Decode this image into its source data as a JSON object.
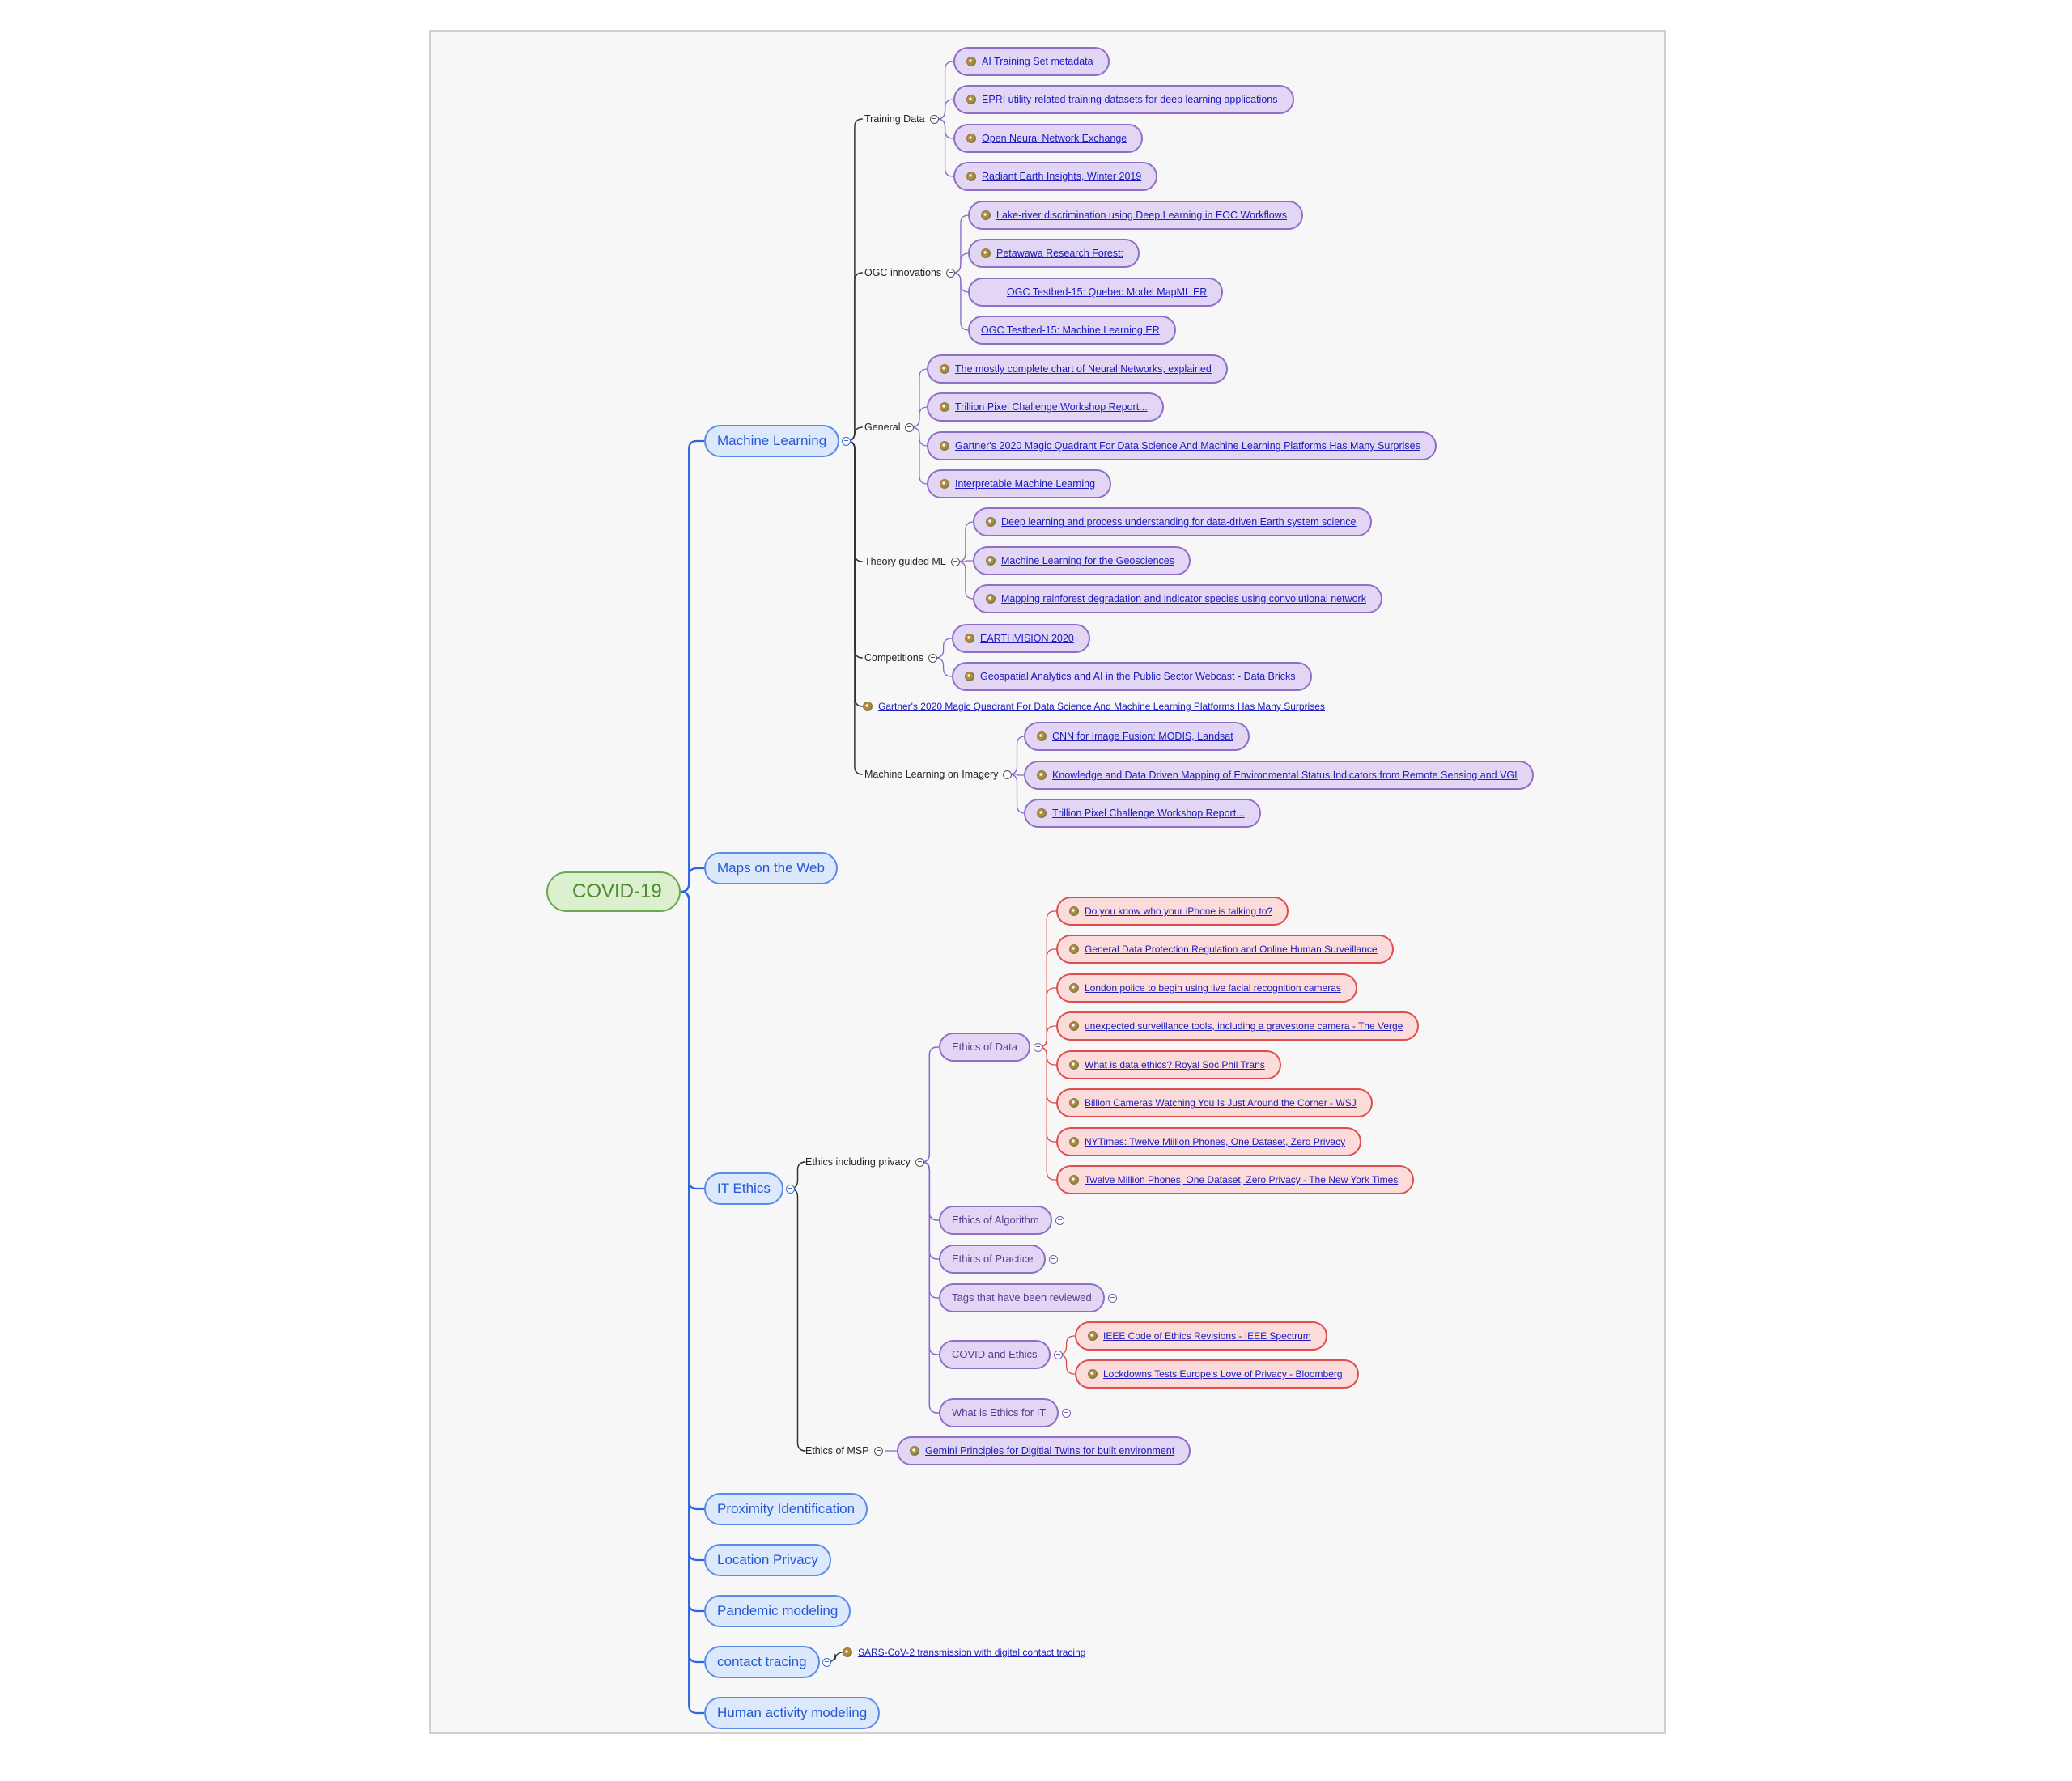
{
  "root": "COVID-19",
  "main": {
    "machine_learning": "Machine Learning",
    "maps_on_web": "Maps on the Web",
    "it_ethics": "IT Ethics",
    "proximity": "Proximity Identification",
    "location_privacy": "Location Privacy",
    "pandemic_modeling": "Pandemic modeling",
    "contact_tracing": "contact tracing",
    "human_activity": "Human activity modeling"
  },
  "ml": {
    "training_data": {
      "label": "Training Data",
      "items": [
        "AI Training Set metadata",
        "EPRI utility-related training datasets for deep learning applications",
        "Open Neural Network Exchange",
        "Radiant Earth Insights, Winter 2019"
      ]
    },
    "ogc": {
      "label": "OGC innovations",
      "items": [
        "Lake-river  discrimination  using  Deep  Learning  in  EOC  Workflows",
        "Petawawa Research Forest:",
        "OGC Testbed-15: Quebec Model MapML ER",
        "OGC Testbed-15: Machine Learning ER"
      ]
    },
    "general": {
      "label": "General",
      "items": [
        "The mostly complete chart of Neural Networks, explained",
        "Trillion  Pixel  Challenge  Workshop  Report...",
        "Gartner's 2020 Magic Quadrant For Data Science And Machine Learning Platforms Has Many Surprises",
        "Interpretable Machine Learning"
      ]
    },
    "theory": {
      "label": "Theory guided ML",
      "items": [
        "Deep learning and process understanding for data-driven Earth system science",
        "Machine Learning for the Geosciences",
        "Mapping rainforest degradation and  indicator species using convolutional network"
      ]
    },
    "competitions": {
      "label": "Competitions",
      "items": [
        "EARTHVISION 2020",
        "Geospatial Analytics and AI in the Public Sector Webcast - Data Bricks"
      ]
    },
    "gartner_link": "Gartner's 2020 Magic Quadrant For Data Science And Machine Learning Platforms Has Many Surprises",
    "imagery": {
      "label": "Machine Learning on Imagery",
      "items": [
        "CNN for Image Fusion: MODIS, Landsat",
        "Knowledge and Data Driven Mapping of Environmental Status Indicators from Remote Sensing and VGI",
        "Trillion  Pixel  Challenge  Workshop  Report..."
      ]
    }
  },
  "ethics": {
    "privacy_label": "Ethics including privacy",
    "msp_label": "Ethics of MSP",
    "of_data": {
      "label": "Ethics of Data",
      "items": [
        "Do you know who your iPhone is talking to?",
        "General Data Protection Regulation and Online Human Surveillance",
        "London police to begin using live facial recognition cameras",
        "unexpected surveillance tools, including a gravestone camera - The Verge",
        "What is data ethics? Royal Soc Phil Trans",
        "Billion Cameras Watching You Is Just Around the Corner - WSJ",
        "NYTimes: Twelve Million Phones, One Dataset, Zero Privacy",
        "Twelve Million Phones, One Dataset, Zero Privacy - The New York Times"
      ]
    },
    "algorithm": "Ethics of Algorithm",
    "practice": "Ethics of Practice",
    "tags": "Tags that have been reviewed",
    "covid": {
      "label": "COVID and Ethics",
      "items": [
        "IEEE Code of Ethics Revisions - IEEE Spectrum",
        "Lockdowns Tests Europe's Love of Privacy - Bloomberg"
      ]
    },
    "what_is": "What is Ethics for IT",
    "gemini": "Gemini Principles for Digitial Twins for built environment"
  },
  "contact_link": "SARS-CoV-2 transmission with digital contact tracing",
  "colors": {
    "root_fill": "#dcefcf",
    "root_border": "#6aa84f",
    "main_fill": "#dce8fb",
    "main_border": "#5b8be8",
    "leaf_fill": "#e3d6f5",
    "leaf_border": "#8f6ec9",
    "red_fill": "#fbdcdb",
    "red_border": "#df4e4e",
    "link_text": "#1a1ac0"
  }
}
